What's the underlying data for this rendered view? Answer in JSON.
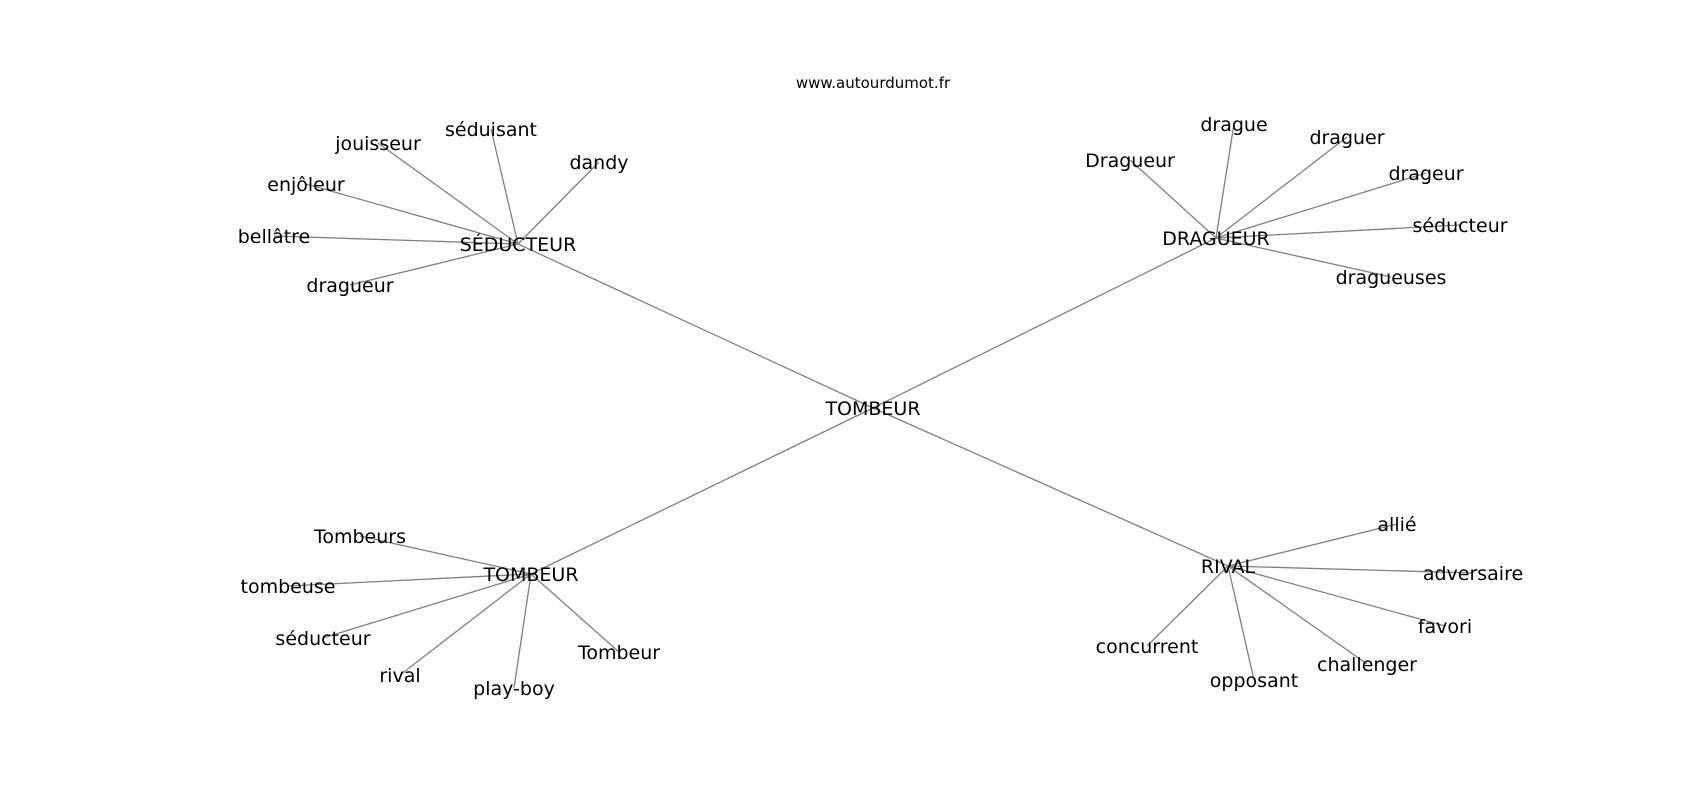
{
  "source": "www.autourdumot.fr",
  "root": {
    "id": "root",
    "label": "TOMBEUR"
  },
  "clusters": [
    {
      "id": "seducteur",
      "label": "SÉDUCTEUR",
      "leaves": [
        "jouisseur",
        "séduisant",
        "dandy",
        "enjôleur",
        "bellâtre",
        "dragueur"
      ]
    },
    {
      "id": "dragueur",
      "label": "DRAGUEUR",
      "leaves": [
        "Dragueur",
        "drague",
        "draguer",
        "drageur",
        "séducteur",
        "dragueuses"
      ]
    },
    {
      "id": "tombeur",
      "label": "TOMBEUR",
      "leaves": [
        "Tombeurs",
        "tombeuse",
        "séducteur",
        "rival",
        "play-boy",
        "Tombeur"
      ]
    },
    {
      "id": "rival",
      "label": "RIVAL",
      "leaves": [
        "allié",
        "adversaire",
        "favori",
        "challenger",
        "opposant",
        "concurrent"
      ]
    }
  ]
}
